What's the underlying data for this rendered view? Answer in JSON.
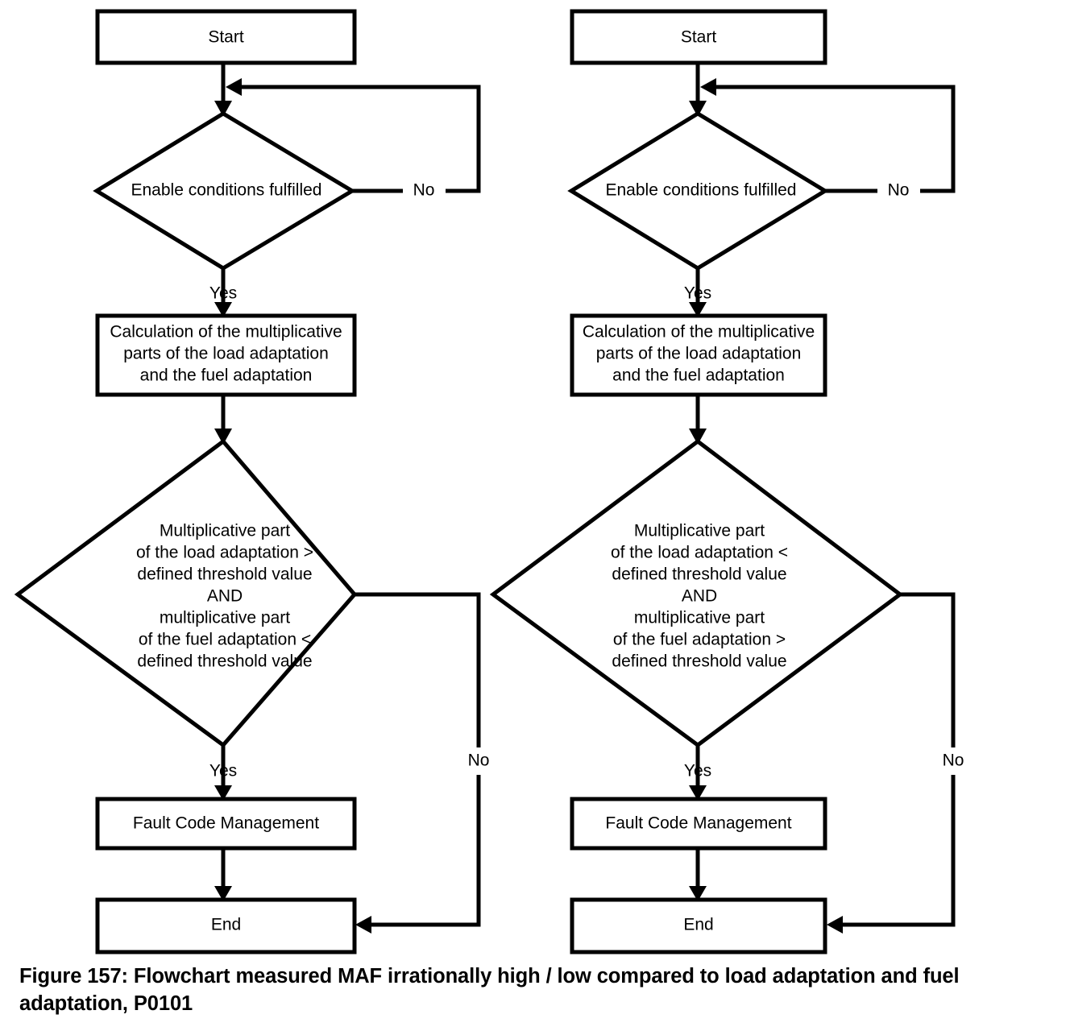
{
  "figure": {
    "caption": "Figure 157: Flowchart measured MAF irrationally high / low compared to load adaptation and fuel adaptation, P0101"
  },
  "chart_data": {
    "type": "diagram",
    "title": "Flowchart measured MAF irrationally high / low compared to load adaptation and fuel adaptation, P0101",
    "orientation": "top-to-bottom",
    "columns": 2
  },
  "flowcharts": [
    {
      "id": "left",
      "name": "maf-irrationally-high",
      "nodes": {
        "start": {
          "label": "Start",
          "shape": "process"
        },
        "enable": {
          "label": "Enable conditions fulfilled",
          "shape": "decision"
        },
        "calc": {
          "shape": "process",
          "line1": "Calculation of the multiplicative",
          "line2": "parts of the load adaptation",
          "line3": "and the fuel adaptation"
        },
        "compare": {
          "shape": "decision",
          "line1": "Multiplicative part",
          "line2": "of the load adaptation >",
          "line3": "defined threshold value",
          "line4": "AND",
          "line5": "multiplicative part",
          "line6": "of the fuel adaptation <",
          "line7": "defined threshold value"
        },
        "fault": {
          "label": "Fault Code Management",
          "shape": "process"
        },
        "end": {
          "label": "End",
          "shape": "process"
        }
      },
      "edges": {
        "enable_no": "No",
        "enable_yes": "Yes",
        "compare_yes": "Yes",
        "compare_no": "No"
      }
    },
    {
      "id": "right",
      "name": "maf-irrationally-low",
      "nodes": {
        "start": {
          "label": "Start",
          "shape": "process"
        },
        "enable": {
          "label": "Enable conditions fulfilled",
          "shape": "decision"
        },
        "calc": {
          "shape": "process",
          "line1": "Calculation of the multiplicative",
          "line2": "parts of the load adaptation",
          "line3": "and the fuel adaptation"
        },
        "compare": {
          "shape": "decision",
          "line1": "Multiplicative part",
          "line2": "of the load adaptation <",
          "line3": "defined threshold value",
          "line4": "AND",
          "line5": "multiplicative part",
          "line6": "of the fuel adaptation >",
          "line7": "defined threshold value"
        },
        "fault": {
          "label": "Fault Code Management",
          "shape": "process"
        },
        "end": {
          "label": "End",
          "shape": "process"
        }
      },
      "edges": {
        "enable_no": "No",
        "enable_yes": "Yes",
        "compare_yes": "Yes",
        "compare_no": "No"
      }
    }
  ],
  "colors": {
    "stroke": "#000000",
    "fill": "#ffffff",
    "text": "#000000"
  }
}
